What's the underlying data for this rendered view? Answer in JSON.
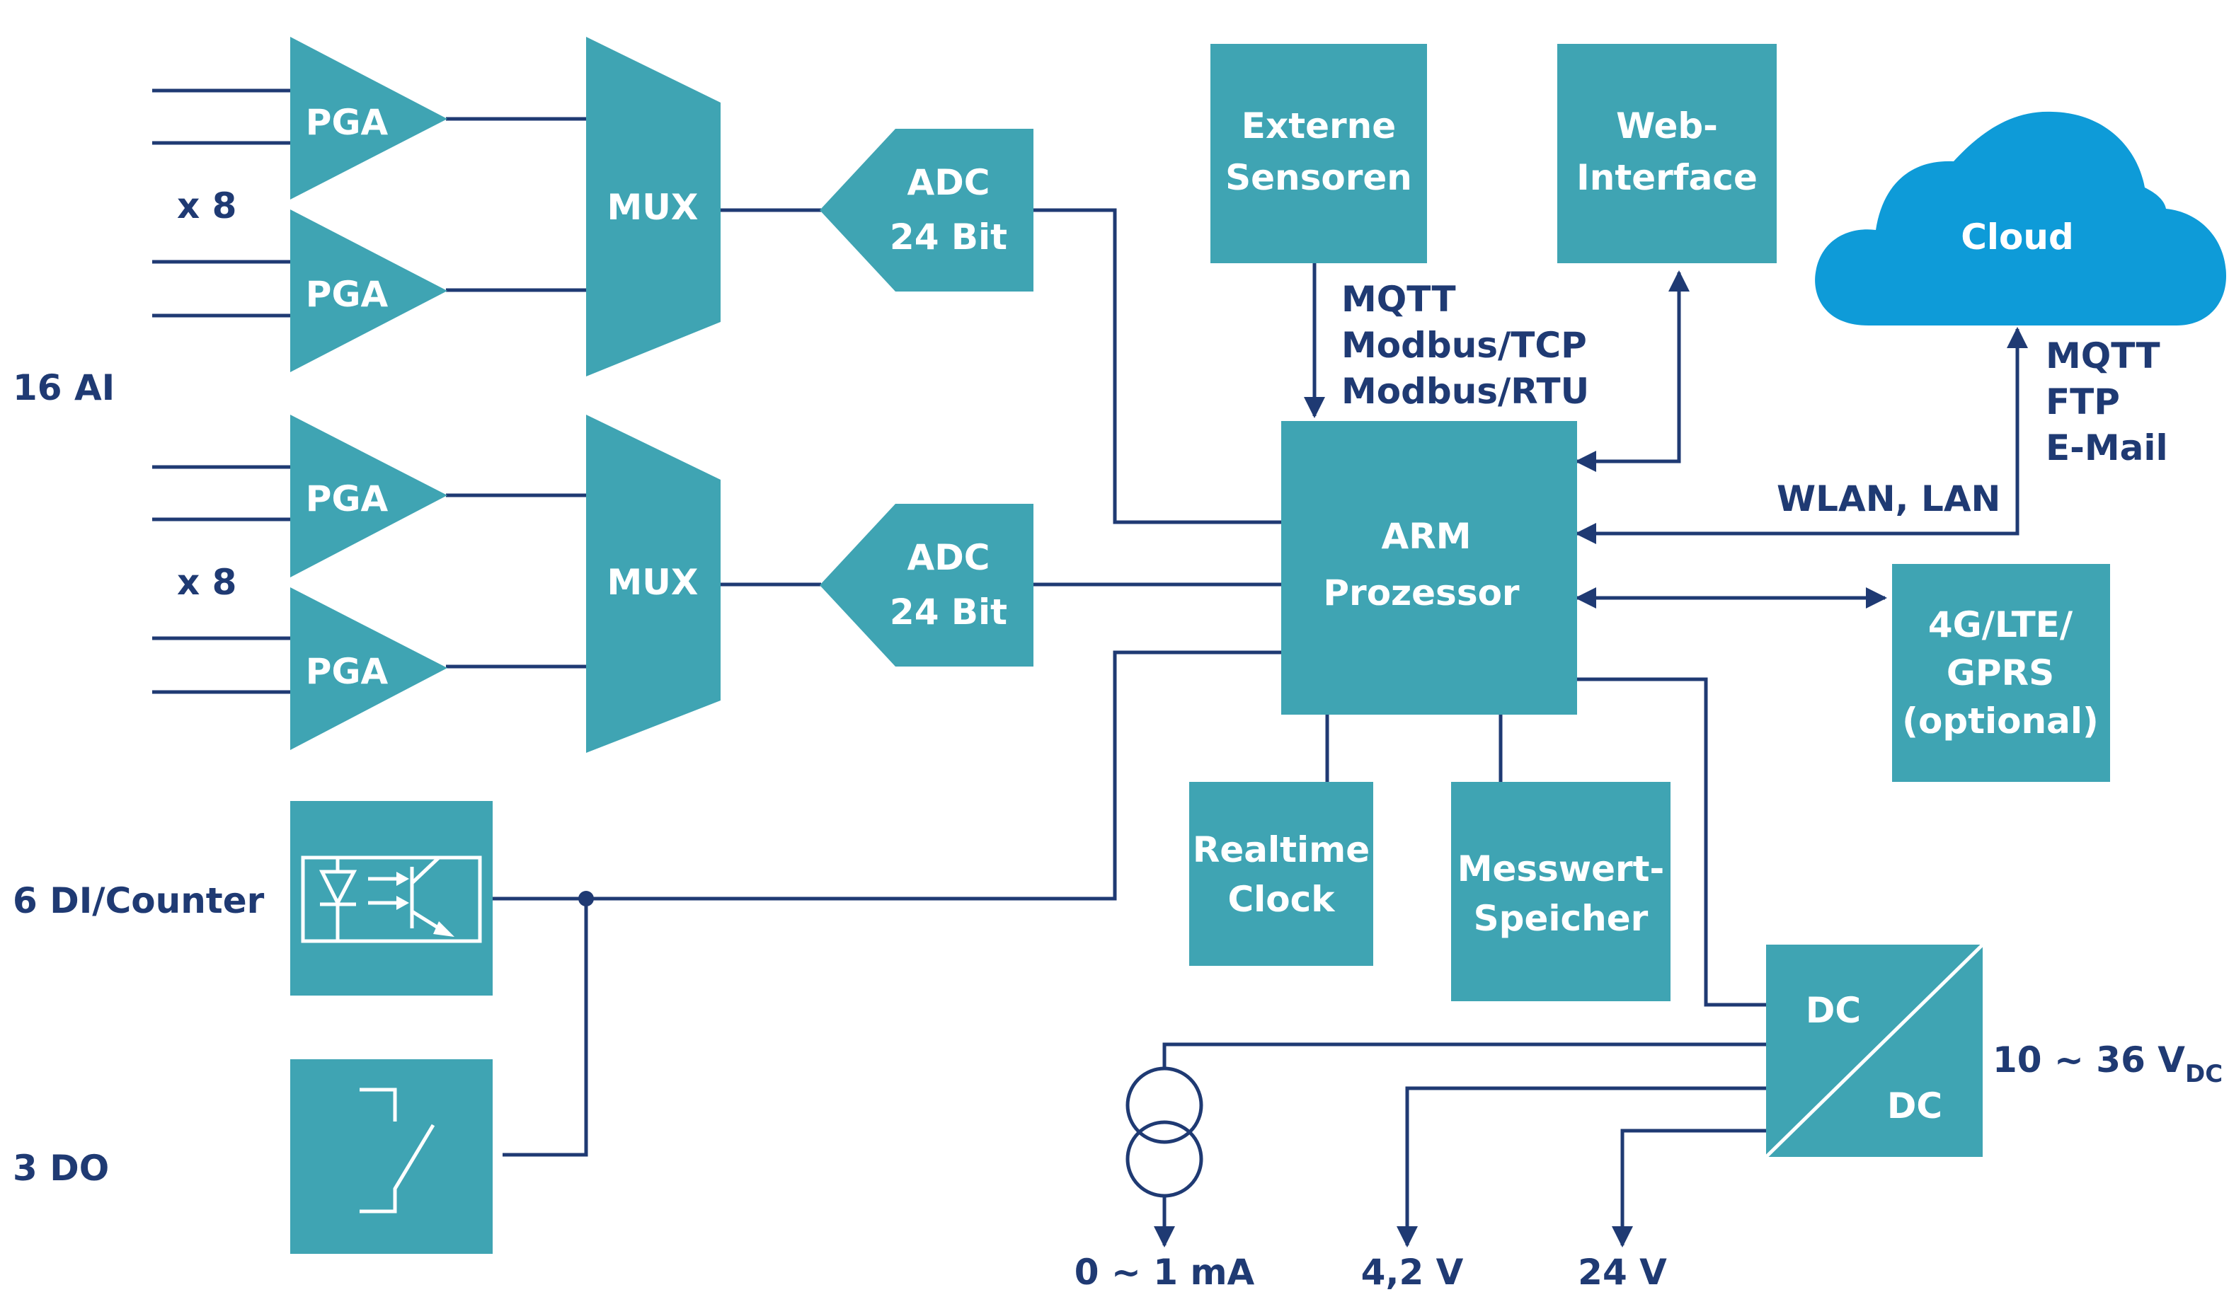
{
  "inputs": {
    "analog_label": "16 AI",
    "multiplier_1": "x 8",
    "multiplier_2": "x 8",
    "digital_label": "6 DI/Counter",
    "do_label": "3 DO"
  },
  "blocks": {
    "pga": "PGA",
    "mux": "MUX",
    "adc_line1": "ADC",
    "adc_line2": "24 Bit",
    "sensors_line1": "Externe",
    "sensors_line2": "Sensoren",
    "web_line1": "Web-",
    "web_line2": "Interface",
    "cloud": "Cloud",
    "arm_line1": "ARM",
    "arm_line2": "Prozessor",
    "lte_line1": "4G/LTE/",
    "lte_line2": "GPRS",
    "lte_line3": "(optional)",
    "rtc_line1": "Realtime",
    "rtc_line2": "Clock",
    "mem_line1": "Messwert-",
    "mem_line2": "Speicher",
    "dcdc_in": "DC",
    "dcdc_out": "DC"
  },
  "protocols": {
    "sensors_1": "MQTT",
    "sensors_2": "Modbus/TCP",
    "sensors_3": "Modbus/RTU",
    "cloud_1": "MQTT",
    "cloud_2": "FTP",
    "cloud_3": "E-Mail",
    "network": "WLAN, LAN"
  },
  "power": {
    "supply": "10 ~ 36 V",
    "supply_sub": "DC",
    "out_current": "0 ~ 1 mA",
    "out_42": "4,2 V",
    "out_24": "24 V"
  },
  "colors": {
    "block": "#3fa4b3",
    "line": "#1f3a73",
    "cloud": "#0e9bd8"
  }
}
